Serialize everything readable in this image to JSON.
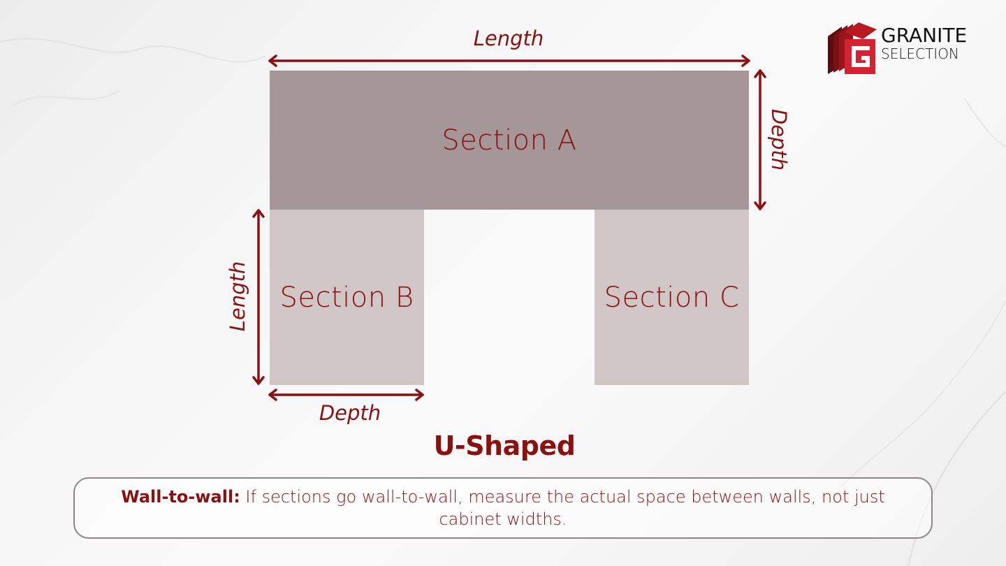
{
  "logo": {
    "line1": "GRANITE",
    "line2": "SELECTION",
    "colors": {
      "dark_red": "#6e0f14",
      "red": "#d42230",
      "text": "#111111"
    }
  },
  "diagram": {
    "title": "U-Shaped",
    "sections": {
      "a": "Section A",
      "b": "Section B",
      "c": "Section C"
    },
    "dimensions": {
      "top_length": "Length",
      "right_depth": "Depth",
      "left_length": "Length",
      "bottom_depth": "Depth"
    },
    "colors": {
      "accent": "#8b1010",
      "section_a": "#a59697",
      "section_bc": "#d1c6c6"
    }
  },
  "note": {
    "label": "Wall-to-wall:",
    "text": " If sections go wall-to-wall, measure the actual space between walls, not just cabinet widths."
  }
}
